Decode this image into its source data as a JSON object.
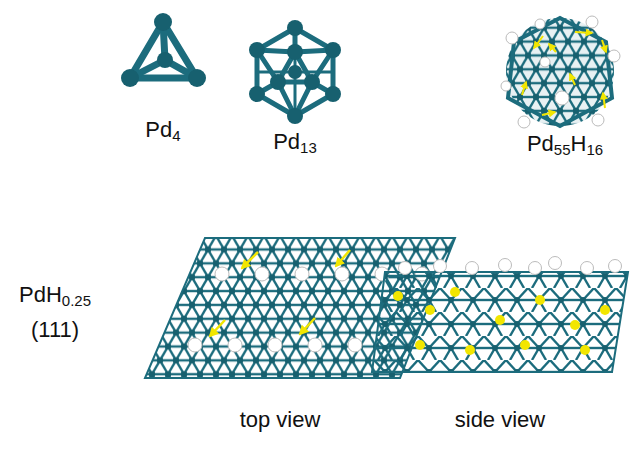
{
  "diagram": {
    "labels": [
      "Pd4",
      "Pd13",
      "Pd55H16",
      "PdH0.25",
      "(111)",
      "top view",
      "side view"
    ]
  }
}
